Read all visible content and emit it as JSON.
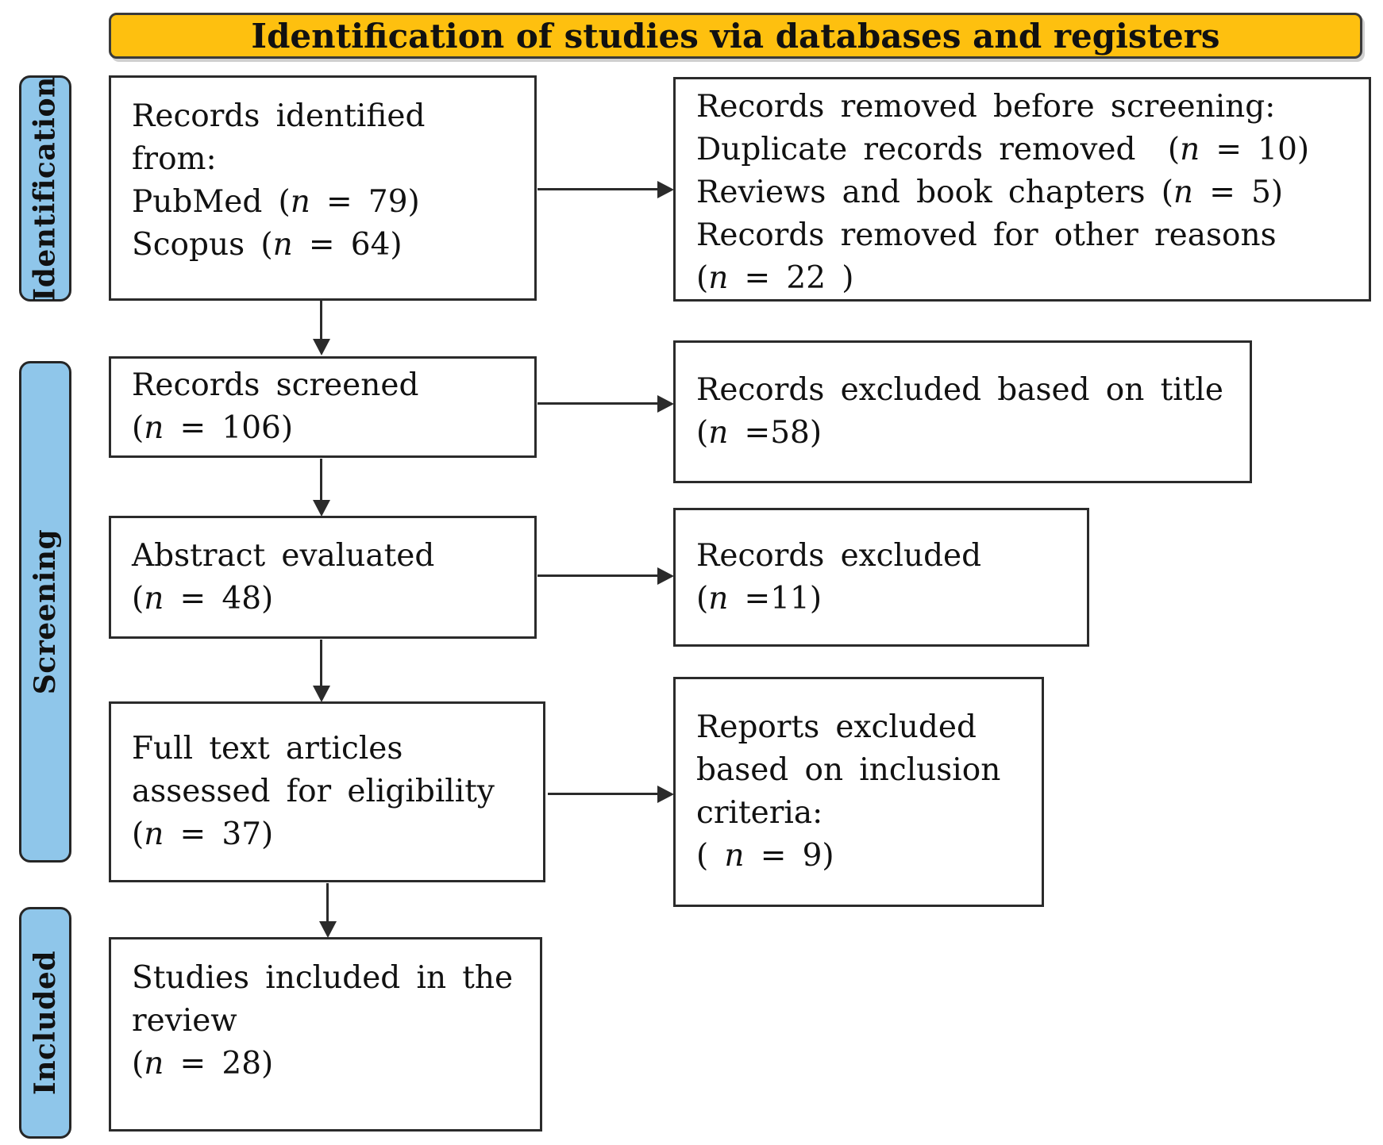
{
  "header": {
    "title": "Identification of studies via databases and registers"
  },
  "sidebar": {
    "identification": "Identification",
    "screening": "Screening",
    "included": "Included"
  },
  "n": "n",
  "main_flow": {
    "records_identified": {
      "l1": "Records identified",
      "l2": "from:",
      "pubmed_pre": "PubMed (",
      "pubmed_post": " = 79)",
      "scopus_pre": "Scopus (",
      "scopus_post": " = 64)"
    },
    "records_screened": {
      "l1": "Records screened",
      "pre": "(",
      "post": " = 106)"
    },
    "abstract_evaluated": {
      "l1": "Abstract evaluated",
      "pre": "(",
      "post": " = 48)"
    },
    "full_text": {
      "l1": "Full text articles",
      "l2": "assessed for eligibility",
      "pre": "(",
      "post": " = 37)"
    },
    "studies_included": {
      "l1": "Studies included in the",
      "l2": "review",
      "pre": "(",
      "post": " = 28)"
    }
  },
  "exclusions": {
    "removed_before_screening": {
      "l1": "Records removed before screening:",
      "dup_pre": "Duplicate records removed  (",
      "dup_post": " = 10)",
      "rev_pre": "Reviews and book chapters (",
      "rev_post": " = 5)",
      "other_l": "Records removed for other reasons",
      "other_pre": "(",
      "other_post": " = 22 )"
    },
    "excluded_title": {
      "l1": "Records excluded based on title",
      "pre": "(",
      "post": " =58)"
    },
    "excluded_abstract": {
      "l1": "Records excluded",
      "pre": "(",
      "post": " =11)"
    },
    "reports_excluded": {
      "l1": "Reports excluded",
      "l2": "based on inclusion",
      "l3": "criteria:",
      "pre": "( ",
      "post": " = 9)"
    }
  },
  "colors": {
    "banner_bg": "#FEC00F",
    "stage_label_bg": "#8FC6EA",
    "line_color": "#2B2B2B"
  }
}
